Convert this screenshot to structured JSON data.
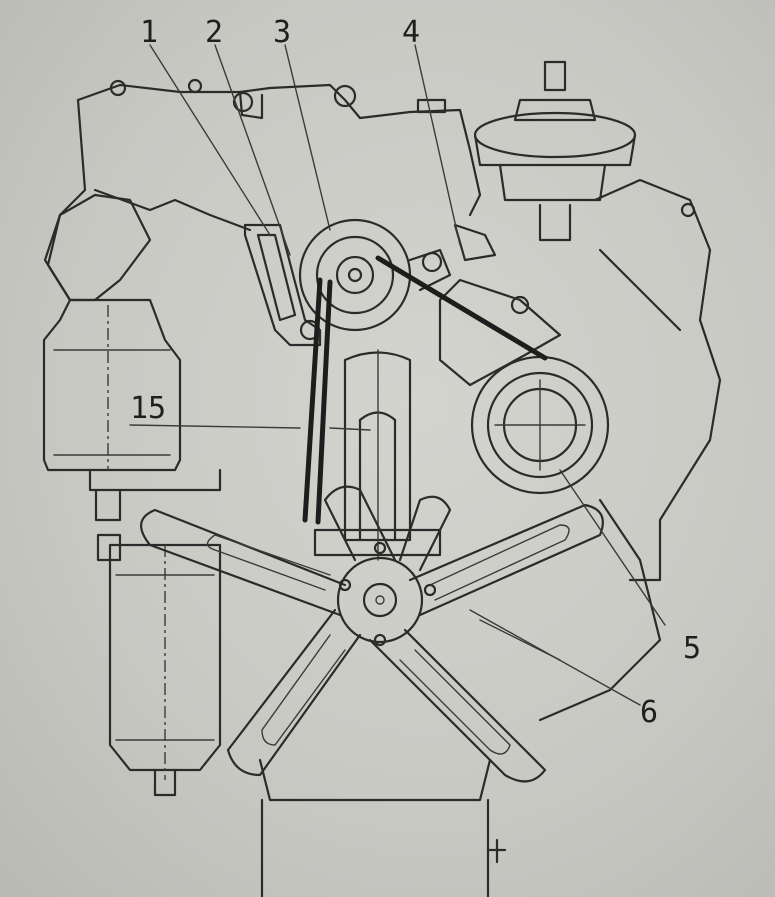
{
  "callouts": {
    "c1": "1",
    "c2": "2",
    "c3": "3",
    "c4": "4",
    "c5": "5",
    "c6": "6",
    "c15": "15"
  }
}
